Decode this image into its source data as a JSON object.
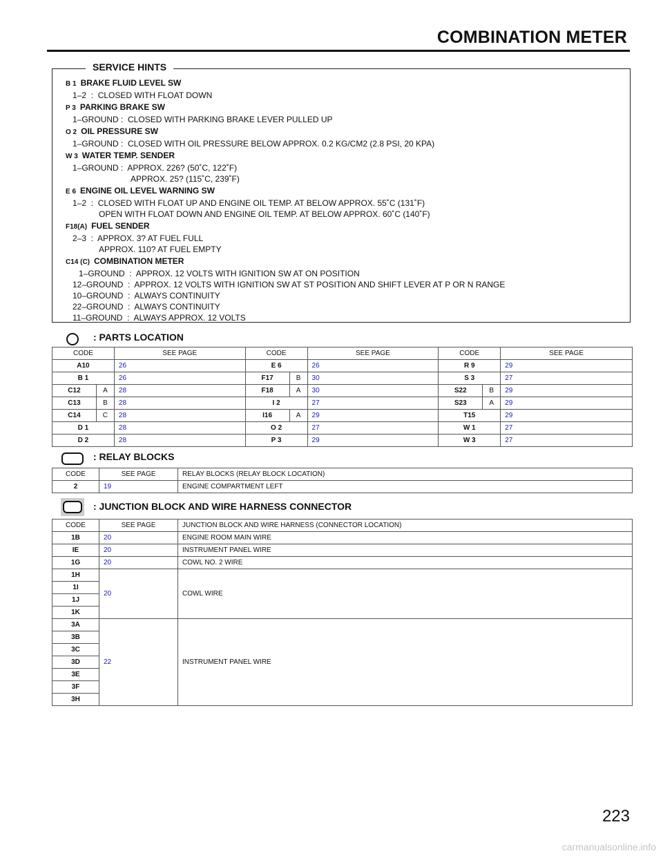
{
  "page_title": "COMBINATION METER",
  "service_hints": {
    "heading": "SERVICE HINTS",
    "items": [
      {
        "code": "B 1",
        "name": "BRAKE FLUID LEVEL SW",
        "lines": [
          "1–2  :  CLOSED WITH FLOAT DOWN"
        ]
      },
      {
        "code": "P 3",
        "name": "PARKING BRAKE SW",
        "lines": [
          "1–GROUND :  CLOSED WITH PARKING BRAKE LEVER PULLED UP"
        ]
      },
      {
        "code": "O 2",
        "name": "OIL PRESSURE SW",
        "lines": [
          "1–GROUND :  CLOSED WITH OIL PRESSURE BELOW APPROX. 0.2 KG/CM2 (2.8 PSI, 20 KPA)"
        ]
      },
      {
        "code": "W 3",
        "name": "WATER TEMP. SENDER",
        "lines": [
          "1–GROUND :  APPROX. 226? (50˚C, 122˚F)",
          "APPROX. 25? (115˚C, 239˚F)"
        ]
      },
      {
        "code": "E 6",
        "name": "ENGINE OIL LEVEL WARNING SW",
        "lines": [
          "1–2  :  CLOSED WITH FLOAT UP AND ENGINE OIL TEMP. AT BELOW APPROX. 55˚C (131˚F)",
          "OPEN WITH FLOAT DOWN AND ENGINE OIL TEMP. AT BELOW APPROX. 60˚C (140˚F)"
        ]
      },
      {
        "code": "F18(A)",
        "name": "FUEL SENDER",
        "lines": [
          "2–3  :  APPROX. 3? AT FUEL FULL",
          "APPROX. 110? AT FUEL EMPTY"
        ]
      },
      {
        "code": "C14 (C)",
        "name": "COMBINATION METER",
        "lines": [
          "1–GROUND  :  APPROX. 12 VOLTS WITH IGNITION SW AT ON POSITION",
          "12–GROUND  :  APPROX. 12 VOLTS WITH IGNITION SW AT ST POSITION AND SHIFT LEVER AT P OR N RANGE",
          "10–GROUND  :  ALWAYS CONTINUITY",
          "22–GROUND  :  ALWAYS CONTINUITY",
          "11–GROUND  :  ALWAYS APPROX. 12 VOLTS"
        ]
      }
    ]
  },
  "parts_location": {
    "heading": ": PARTS LOCATION",
    "headers": [
      "CODE",
      "SEE PAGE",
      "CODE",
      "SEE PAGE",
      "CODE",
      "SEE PAGE"
    ],
    "rows": [
      [
        [
          "A10",
          "",
          "26"
        ],
        [
          "E 6",
          "",
          "26"
        ],
        [
          "R 9",
          "",
          "29"
        ]
      ],
      [
        [
          "B 1",
          "",
          "26"
        ],
        [
          "F17",
          "B",
          "30"
        ],
        [
          "S 3",
          "",
          "27"
        ]
      ],
      [
        [
          "C12",
          "A",
          "28"
        ],
        [
          "F18",
          "A",
          "30"
        ],
        [
          "S22",
          "B",
          "29"
        ]
      ],
      [
        [
          "C13",
          "B",
          "28"
        ],
        [
          "I 2",
          "",
          "27"
        ],
        [
          "S23",
          "A",
          "29"
        ]
      ],
      [
        [
          "C14",
          "C",
          "28"
        ],
        [
          "I16",
          "A",
          "29"
        ],
        [
          "T15",
          "",
          "29"
        ]
      ],
      [
        [
          "D 1",
          "",
          "28"
        ],
        [
          "O 2",
          "",
          "27"
        ],
        [
          "W 1",
          "",
          "27"
        ]
      ],
      [
        [
          "D 2",
          "",
          "28"
        ],
        [
          "P 3",
          "",
          "29"
        ],
        [
          "W 3",
          "",
          "27"
        ]
      ]
    ]
  },
  "relay_blocks": {
    "heading": ": RELAY BLOCKS",
    "headers": [
      "CODE",
      "SEE PAGE",
      "RELAY BLOCKS (RELAY BLOCK LOCATION)"
    ],
    "rows": [
      [
        "2",
        "19",
        "ENGINE COMPARTMENT LEFT"
      ]
    ]
  },
  "junction_blocks": {
    "heading": ": JUNCTION BLOCK AND WIRE HARNESS CONNECTOR",
    "headers": [
      "CODE",
      "SEE PAGE",
      "JUNCTION BLOCK AND WIRE HARNESS (CONNECTOR LOCATION)"
    ],
    "groups": [
      {
        "codes": [
          "1B"
        ],
        "page": "20",
        "desc": "ENGINE ROOM MAIN WIRE"
      },
      {
        "codes": [
          "IE"
        ],
        "page": "20",
        "desc": "INSTRUMENT PANEL WIRE"
      },
      {
        "codes": [
          "1G"
        ],
        "page": "20",
        "desc": "COWL NO. 2 WIRE"
      },
      {
        "codes": [
          "1H",
          "1I",
          "1J",
          "1K"
        ],
        "page": "20",
        "desc": "COWL WIRE"
      },
      {
        "codes": [
          "3A",
          "3B",
          "3C",
          "3D",
          "3E",
          "3F",
          "3H"
        ],
        "page": "22",
        "desc": "INSTRUMENT PANEL WIRE"
      }
    ]
  },
  "page_number": "223",
  "watermark": "carmanualsonline.info"
}
